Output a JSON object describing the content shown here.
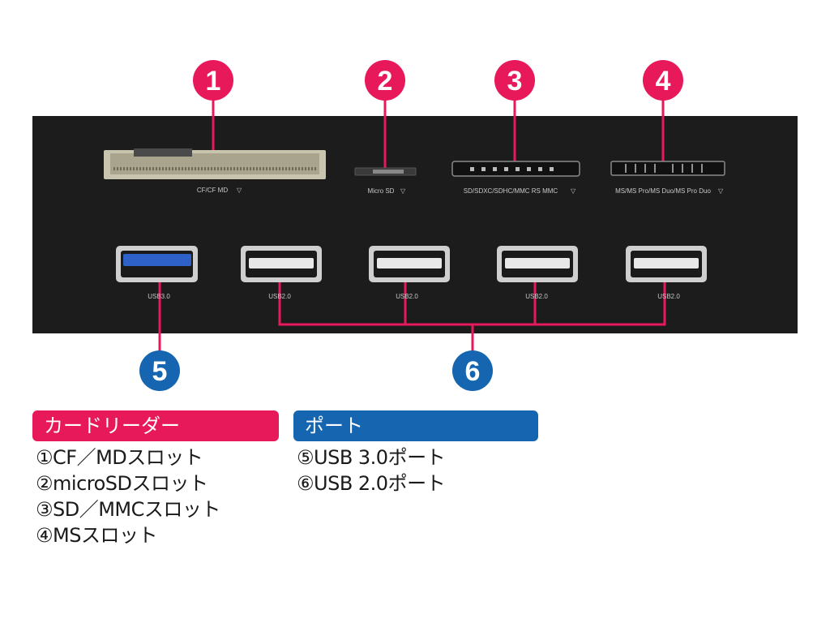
{
  "colors": {
    "callout_red": "#e8195a",
    "callout_blue": "#1565b0",
    "panel": "#1c1c1c",
    "leader_line": "#e8195a"
  },
  "callouts": [
    "1",
    "2",
    "3",
    "4",
    "5",
    "6"
  ],
  "panel": {
    "slot_labels": [
      "CF/CF MD",
      "Micro SD",
      "SD/SDXC/SDHC/MMC RS MMC",
      "MS/MS Pro/MS Duo/MS Pro Duo"
    ],
    "port_labels": [
      "USB3.0",
      "USB2.0",
      "USB2.0",
      "USB2.0",
      "USB2.0"
    ]
  },
  "legend": {
    "card_reader": {
      "title": "カードリーダー",
      "items": [
        "①CF／MDスロット",
        "②microSDスロット",
        "③SD／MMCスロット",
        "④MSスロット"
      ]
    },
    "ports": {
      "title": "ポート",
      "items": [
        "⑤USB 3.0ポート",
        "⑥USB 2.0ポート"
      ]
    }
  }
}
